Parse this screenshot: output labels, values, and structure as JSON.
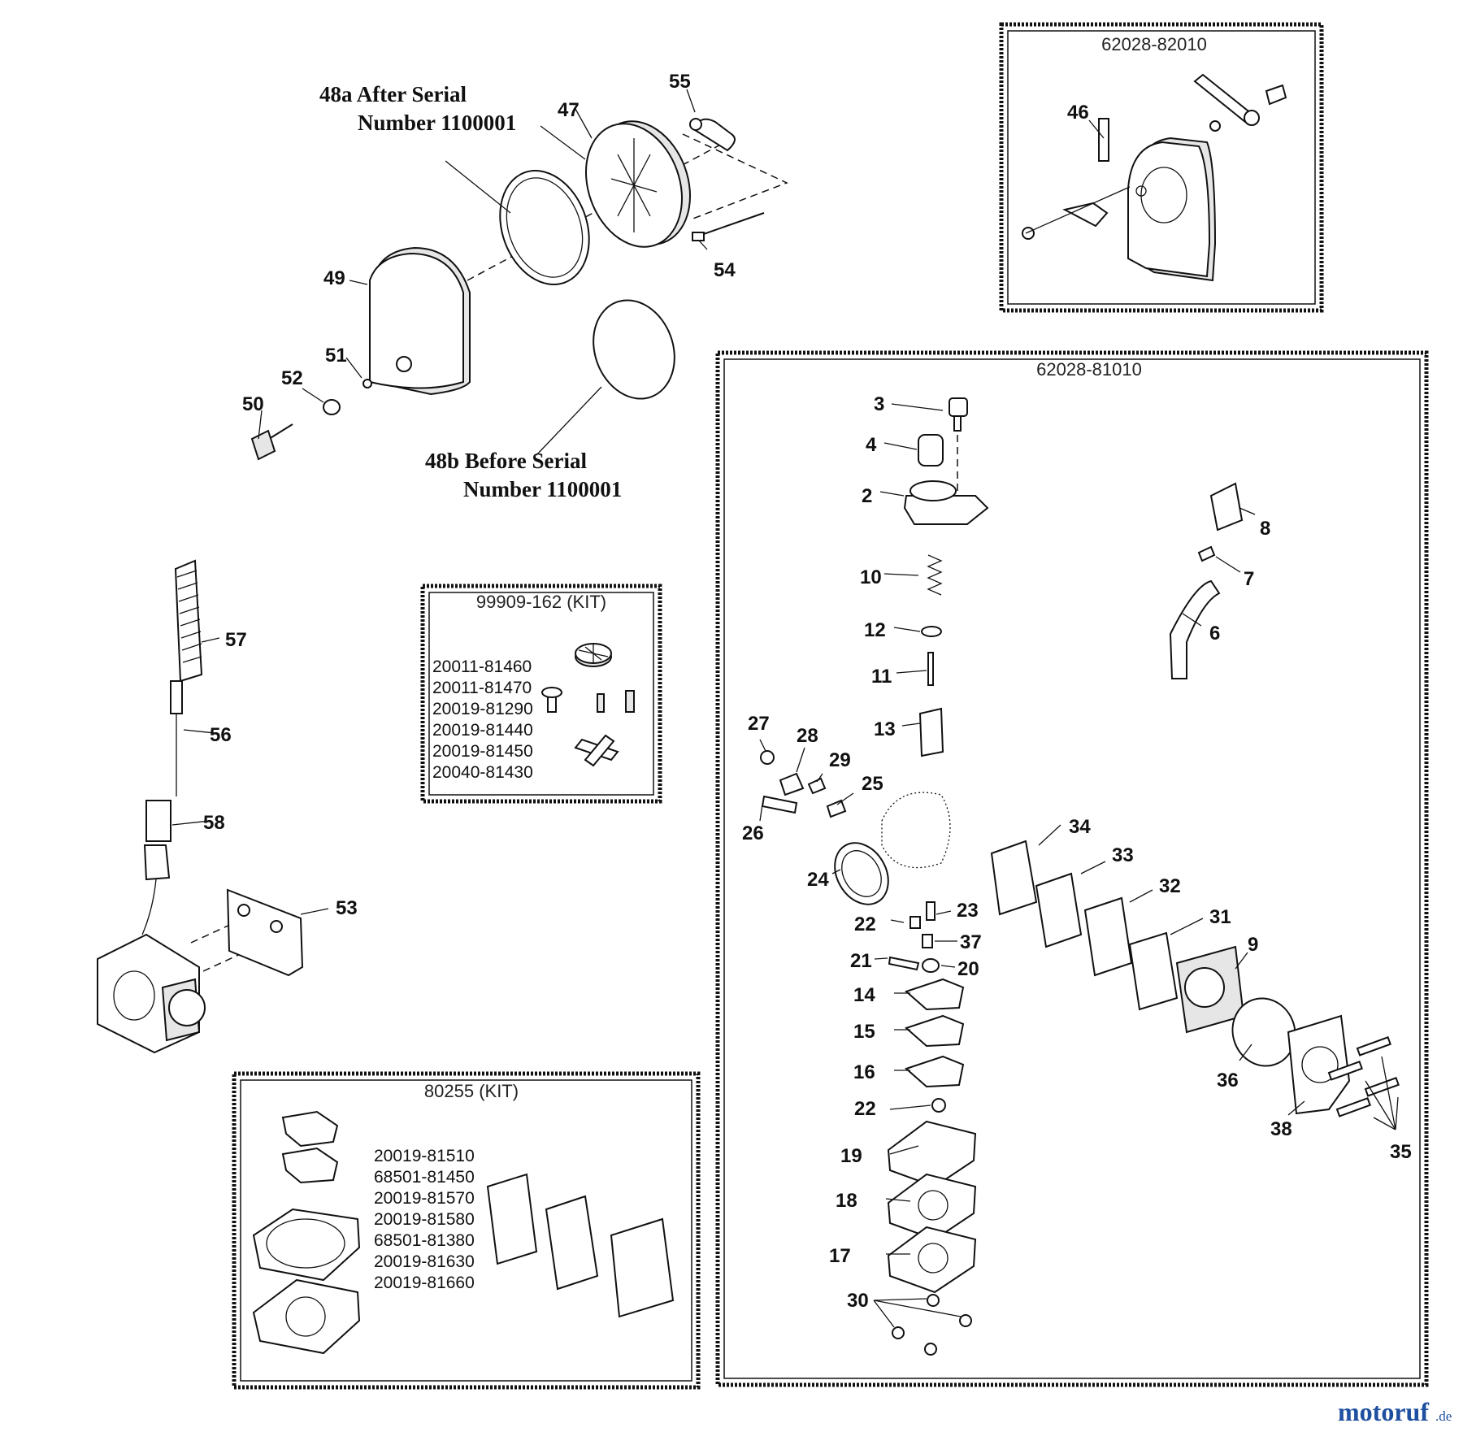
{
  "notes": {
    "after_serial_l1": "48a After Serial",
    "after_serial_l2": "Number 1100001",
    "before_serial_l1": "48b Before Serial",
    "before_serial_l2": "Number 1100001"
  },
  "boxes": {
    "recoil_kit": {
      "title": "62028-82010",
      "callouts": [
        "46"
      ]
    },
    "carb_kit": {
      "title": "62028-81010"
    },
    "kit_99909": {
      "title": "99909-162 (KIT)",
      "parts": [
        "20011-81460",
        "20011-81470",
        "20019-81290",
        "20019-81440",
        "20019-81450",
        "20040-81430"
      ]
    },
    "kit_80255": {
      "title": "80255 (KIT)",
      "parts": [
        "20019-81510",
        "68501-81450",
        "20019-81570",
        "20019-81580",
        "68501-81380",
        "20019-81630",
        "20019-81660"
      ]
    }
  },
  "callouts": {
    "c2": "2",
    "c3": "3",
    "c4": "4",
    "c6": "6",
    "c7": "7",
    "c8": "8",
    "c9": "9",
    "c10": "10",
    "c11": "11",
    "c12": "12",
    "c13": "13",
    "c14": "14",
    "c15": "15",
    "c16": "16",
    "c17": "17",
    "c18": "18",
    "c19": "19",
    "c20": "20",
    "c21": "21",
    "c22a": "22",
    "c22b": "22",
    "c23": "23",
    "c24": "24",
    "c25": "25",
    "c26": "26",
    "c27": "27",
    "c28": "28",
    "c29": "29",
    "c30": "30",
    "c31": "31",
    "c32": "32",
    "c33": "33",
    "c34": "34",
    "c35": "35",
    "c36": "36",
    "c37": "37",
    "c38": "38",
    "c47": "47",
    "c49": "49",
    "c50": "50",
    "c51": "51",
    "c52": "52",
    "c53": "53",
    "c54": "54",
    "c55": "55",
    "c56": "56",
    "c57": "57",
    "c58": "58"
  },
  "watermark": {
    "brand": "motoruf",
    "tld": ".de"
  },
  "colors": {
    "ink": "#111111",
    "watermark": "#1e4fa0",
    "paper": "#ffffff"
  }
}
